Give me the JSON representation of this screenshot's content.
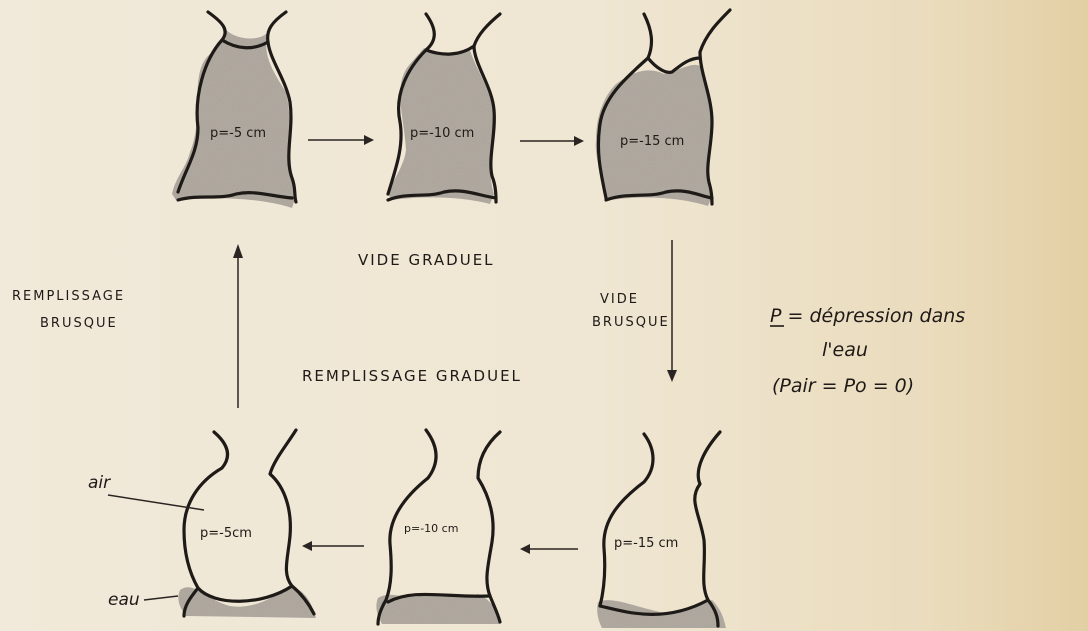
{
  "labels": {
    "vide_graduel": "VIDE GRADUEL",
    "vide_brusque_1": "VIDE",
    "vide_brusque_2": "BRUSQUE",
    "remplissage_brusque_1": "REMPLISSAGE",
    "remplissage_brusque_2": "BRUSQUE",
    "remplissage_graduel": "REMPLISSAGE GRADUEL",
    "air": "air",
    "eau": "eau"
  },
  "top_row": [
    {
      "pressure": "p=-5 cm"
    },
    {
      "pressure": "p=-10 cm"
    },
    {
      "pressure": "p=-15 cm"
    }
  ],
  "bottom_row": [
    {
      "pressure": "p=-5cm"
    },
    {
      "pressure": "p=-10 cm"
    },
    {
      "pressure": "p=-15 cm"
    }
  ],
  "legend": {
    "line1": "P = dépression dans",
    "line2": "l'eau",
    "line3": "(Pair = Po = 0)"
  },
  "colors": {
    "paper": "#efe6d3",
    "ink": "#1e1a17",
    "water_shading": "#b3aca3"
  }
}
